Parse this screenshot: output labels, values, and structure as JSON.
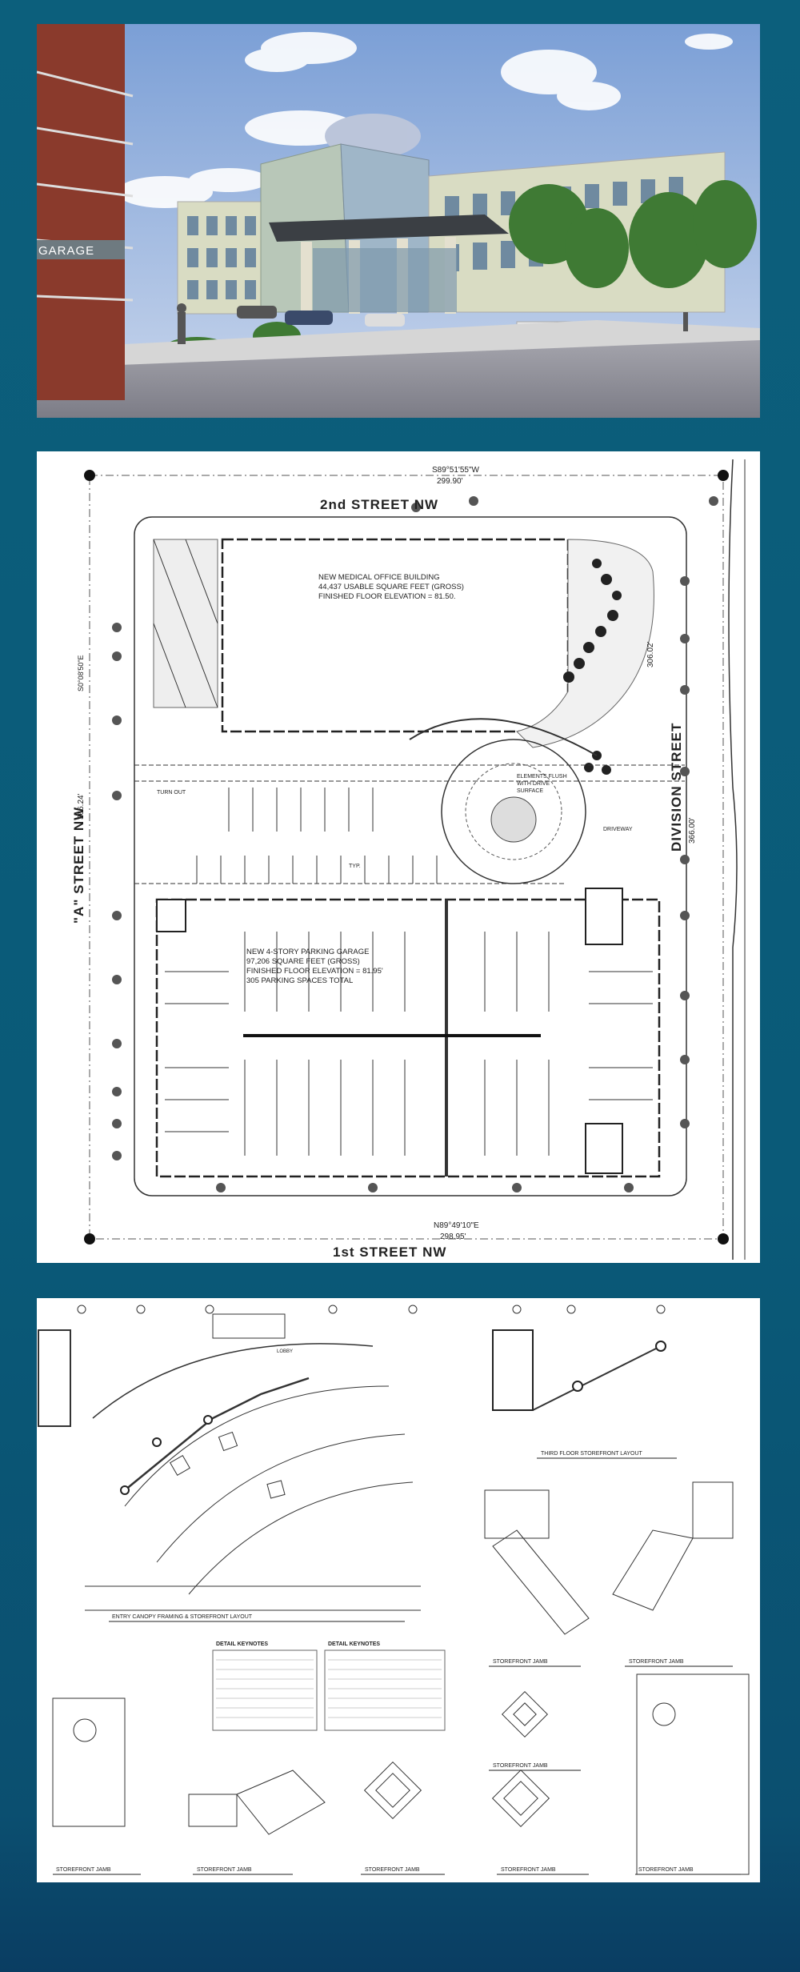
{
  "rendering": {
    "garage_sign": "GARAGE",
    "colors": {
      "sky": "#8eb0dd",
      "facade": "#d9dcc3",
      "glass": "#9fb6c8",
      "road": "#9a9aa2",
      "tree": "#3f7a34",
      "brick": "#8a3a2c"
    }
  },
  "site_plan": {
    "north_street": "2nd STREET NW",
    "south_street": "1st STREET NW",
    "west_street": "\"A\" STREET NW",
    "east_street": "DIVISION STREET",
    "north_bearing": "S89°51'55\"W",
    "north_length": "299.90'",
    "south_bearing": "N89°49'10\"E",
    "south_length": "298.95'",
    "west_bearing": "S0°08'50\"E",
    "west_length": "366.24'",
    "east_length": "366.00'",
    "east_label_mid": "306.02'",
    "building_note": [
      "NEW MEDICAL OFFICE BUILDING",
      "44,437 USABLE SQUARE FEET (GROSS)",
      "FINISHED FLOOR ELEVATION = 81.50."
    ],
    "garage_note": [
      "NEW 4-STORY PARKING GARAGE",
      "97,206 SQUARE FEET (GROSS)",
      "FINISHED FLOOR ELEVATION = 81.95'",
      "305 PARKING SPACES TOTAL"
    ],
    "plaza_note": [
      "ELEMENTS FLUSH",
      "WITH DRIVE",
      "SURFACE"
    ],
    "turn_out": "TURN OUT",
    "driveway": "DRIVEWAY",
    "typ": "TYP."
  },
  "details": {
    "drawing_titles": [
      "ENTRY CANOPY FRAMING & STOREFRONT LAYOUT",
      "THIRD FLOOR STOREFRONT LAYOUT",
      "STOREFRONT JAMB",
      "STOREFRONT JAMB",
      "STOREFRONT JAMB",
      "STOREFRONT JAMB",
      "STOREFRONT JAMB",
      "STOREFRONT JAMB",
      "STOREFRONT JAMB",
      "STOREFRONT JAMB"
    ],
    "keynotes_heading_1": "DETAIL KEYNOTES",
    "keynotes_heading_2": "DETAIL KEYNOTES",
    "lobby_label": "LOBBY"
  }
}
